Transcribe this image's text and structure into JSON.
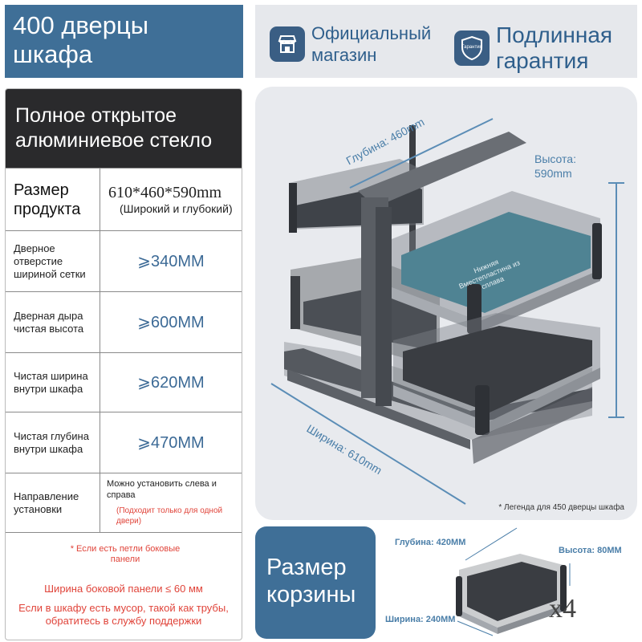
{
  "title": {
    "line1": "400 дверцы",
    "line2": "шкафа"
  },
  "badges": {
    "official": {
      "line1": "Официальный",
      "line2": "магазин"
    },
    "warranty": {
      "line1": "Подлинная",
      "line2": "гарантия",
      "shield_text": "Гарантия"
    }
  },
  "spec": {
    "header": {
      "line1": "Полное открытое",
      "line2": "алюминиевое стекло"
    },
    "rows": [
      {
        "label": "Размер продукта",
        "value": "610*460*590mm",
        "sub": "(Широкий и глубокий)"
      },
      {
        "label": "Дверное отверстие шириной сетки",
        "value": "⩾340MM"
      },
      {
        "label": "Дверная дыра чистая высота",
        "value": "⩾600MM"
      },
      {
        "label": "Чистая ширина внутри шкафа",
        "value": "⩾620MM"
      },
      {
        "label": "Чистая глубина внутри шкафа",
        "value": "⩾470MM"
      },
      {
        "label": "Направление установки",
        "value": "Можно установить слева и справа",
        "sub": "(Подходит только для одной двери)"
      }
    ],
    "notes": [
      "* Если есть петли боковые панели",
      "Ширина боковой панели ≤ 60 мм",
      "Если в шкафу есть мусор, такой как трубы, обратитесь в службу поддержки"
    ]
  },
  "product": {
    "depth_label": "Глубина: 460mm",
    "height_label_1": "Высота:",
    "height_label_2": "590mm",
    "width_label": "Ширина: 610mm",
    "plate_text": "Нижняя Вместепластина из сплава",
    "caption": "* Легенда для 450 дверцы шкафа"
  },
  "basket": {
    "label_line1": "Размер",
    "label_line2": "корзины",
    "depth": "Глубина: 420MM",
    "height": "Высота: 80MM",
    "width": "Ширина: 240MM",
    "count": "x4"
  },
  "colors": {
    "accent": "#3f6f97",
    "dark": "#2a2a2c",
    "value_blue": "#3c6a96",
    "warning_red": "#e0443a"
  }
}
